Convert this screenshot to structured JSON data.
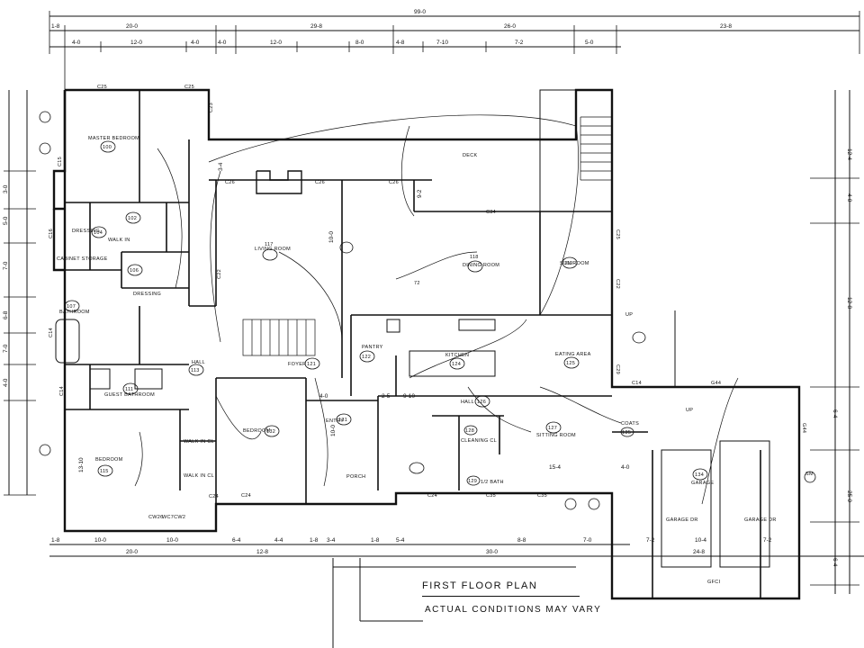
{
  "plan": {
    "title": "FIRST FLOOR PLAN",
    "note": "ACTUAL CONDITIONS MAY VARY",
    "overall_dimension": "99-0",
    "top_dimensions": [
      "1-8",
      "20-0",
      "29-8",
      "26-0",
      "23-8"
    ],
    "top_sub_dimensions": [
      "4-0",
      "12-0",
      "4-0",
      "4-0",
      "12-0",
      "8-0",
      "4-8",
      "7-10",
      "7-2",
      "5-0"
    ],
    "bottom_dimensions": [
      "1-8",
      "20-0",
      "12-8",
      "1-8",
      "3-4",
      "1-8",
      "30-0",
      "24-8"
    ],
    "bottom_sub_dimensions": [
      "10-0",
      "10-0",
      "6-4",
      "4-4",
      "5-4",
      "8-8",
      "7-0",
      "7-2",
      "10-4",
      "7-2"
    ],
    "left_dimensions": [
      "3-0",
      "5-0",
      "7-0",
      "6-8",
      "7-0",
      "4-0",
      "13-10"
    ],
    "right_dimensions": [
      "12-4",
      "4-0",
      "12-8",
      "6-4",
      "25-0",
      "6-4"
    ],
    "interior_dimensions": [
      "10-0",
      "10-0",
      "15-4",
      "9-2",
      "3-4",
      "4-0",
      "9-10",
      "4-0",
      "2-5"
    ],
    "rooms": [
      {
        "label": "MASTER BEDROOM",
        "number": "100"
      },
      {
        "label": "DRESSING",
        "number": "104"
      },
      {
        "label": "WALK IN",
        "number": "102"
      },
      {
        "label": "CABINET STORAGE",
        "number": ""
      },
      {
        "label": "DRESSING",
        "number": "106"
      },
      {
        "label": "BATHROOM",
        "number": "107"
      },
      {
        "label": "GUEST BATHROOM",
        "number": "111"
      },
      {
        "label": "BEDROOM",
        "number": "115"
      },
      {
        "label": "WALK IN CL",
        "number": ""
      },
      {
        "label": "WALK IN CL",
        "number": ""
      },
      {
        "label": "LIVING ROOM",
        "number": "117"
      },
      {
        "label": "DINING ROOM",
        "number": "118"
      },
      {
        "label": "SUN ROOM",
        "number": "119"
      },
      {
        "label": "DECK",
        "number": ""
      },
      {
        "label": "FOYER",
        "number": "121"
      },
      {
        "label": "HALL",
        "number": "113"
      },
      {
        "label": "BEDROOM",
        "number": "132"
      },
      {
        "label": "ENTRY",
        "number": "131"
      },
      {
        "label": "PORCH",
        "number": ""
      },
      {
        "label": "PANTRY",
        "number": "122"
      },
      {
        "label": "KITCHEN",
        "number": "124"
      },
      {
        "label": "EATING AREA",
        "number": "125"
      },
      {
        "label": "HALL",
        "number": "126"
      },
      {
        "label": "CLEANING CL",
        "number": "128"
      },
      {
        "label": "1/2 BATH",
        "number": "129"
      },
      {
        "label": "SITTING ROOM",
        "number": "127"
      },
      {
        "label": "COATS",
        "number": "135"
      },
      {
        "label": "GARAGE",
        "number": "134"
      },
      {
        "label": "GARAGE DR",
        "number": ""
      },
      {
        "label": "GARAGE DR",
        "number": ""
      }
    ],
    "tags": [
      "C25",
      "C25",
      "C23",
      "C26",
      "C26",
      "C26",
      "C34",
      "C35",
      "C24",
      "C24",
      "C35",
      "C25",
      "C29",
      "C14",
      "C15",
      "C16",
      "C14",
      "C14",
      "C22",
      "C22",
      "C24",
      "CW26",
      "WC7CW2",
      "G44",
      "G44",
      "GFCI",
      "UP",
      "UP",
      "72",
      "SM"
    ]
  }
}
